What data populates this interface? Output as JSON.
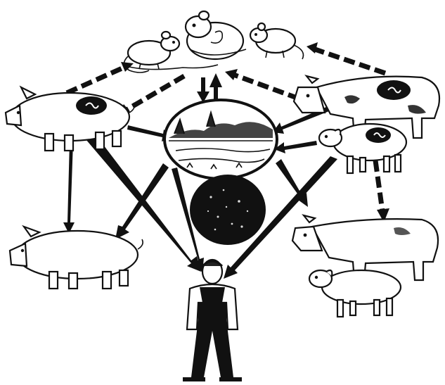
{
  "diagram": {
    "nodes": [
      {
        "id": "rodent-left",
        "kind": "rodent"
      },
      {
        "id": "rodent-center",
        "kind": "rodent"
      },
      {
        "id": "rodent-right",
        "kind": "rodent"
      },
      {
        "id": "pig-infected",
        "kind": "pig",
        "infected": true
      },
      {
        "id": "cow-infected",
        "kind": "cow",
        "infected": true
      },
      {
        "id": "sheep-infected",
        "kind": "sheep",
        "infected": true
      },
      {
        "id": "environment-landscape",
        "kind": "landscape"
      },
      {
        "id": "environment-soil",
        "kind": "soil"
      },
      {
        "id": "pig-healthy",
        "kind": "pig",
        "infected": false
      },
      {
        "id": "cow-healthy",
        "kind": "cow",
        "infected": false
      },
      {
        "id": "sheep-healthy",
        "kind": "sheep",
        "infected": false
      },
      {
        "id": "human",
        "kind": "human"
      }
    ],
    "edges": [
      {
        "from": "pig-infected",
        "to": "rodent-left",
        "style": "dashed"
      },
      {
        "from": "cow-infected",
        "to": "rodent-right",
        "style": "dashed"
      },
      {
        "from": "cow-infected",
        "to": "rodent-center",
        "style": "dashed"
      },
      {
        "from": "rodent-center",
        "to": "pig-infected",
        "style": "dashed"
      },
      {
        "from": "rodent-center",
        "to": "environment-landscape",
        "style": "solid"
      },
      {
        "from": "environment-landscape",
        "to": "rodent-center",
        "style": "solid"
      },
      {
        "from": "pig-infected",
        "to": "environment-landscape",
        "style": "solid"
      },
      {
        "from": "cow-infected",
        "to": "environment-landscape",
        "style": "solid"
      },
      {
        "from": "sheep-infected",
        "to": "environment-landscape",
        "style": "solid"
      },
      {
        "from": "pig-infected",
        "to": "pig-healthy",
        "style": "solid"
      },
      {
        "from": "sheep-infected",
        "to": "cow-healthy",
        "style": "dashed"
      },
      {
        "from": "pig-infected",
        "to": "human",
        "style": "solid"
      },
      {
        "from": "environment-landscape",
        "to": "pig-healthy",
        "style": "solid"
      },
      {
        "from": "environment-landscape",
        "to": "human",
        "style": "solid"
      },
      {
        "from": "environment-landscape",
        "to": "cow-healthy",
        "style": "solid"
      },
      {
        "from": "sheep-infected",
        "to": "human",
        "style": "solid"
      }
    ],
    "colors": {
      "ink": "#111111",
      "paper": "#ffffff"
    }
  }
}
